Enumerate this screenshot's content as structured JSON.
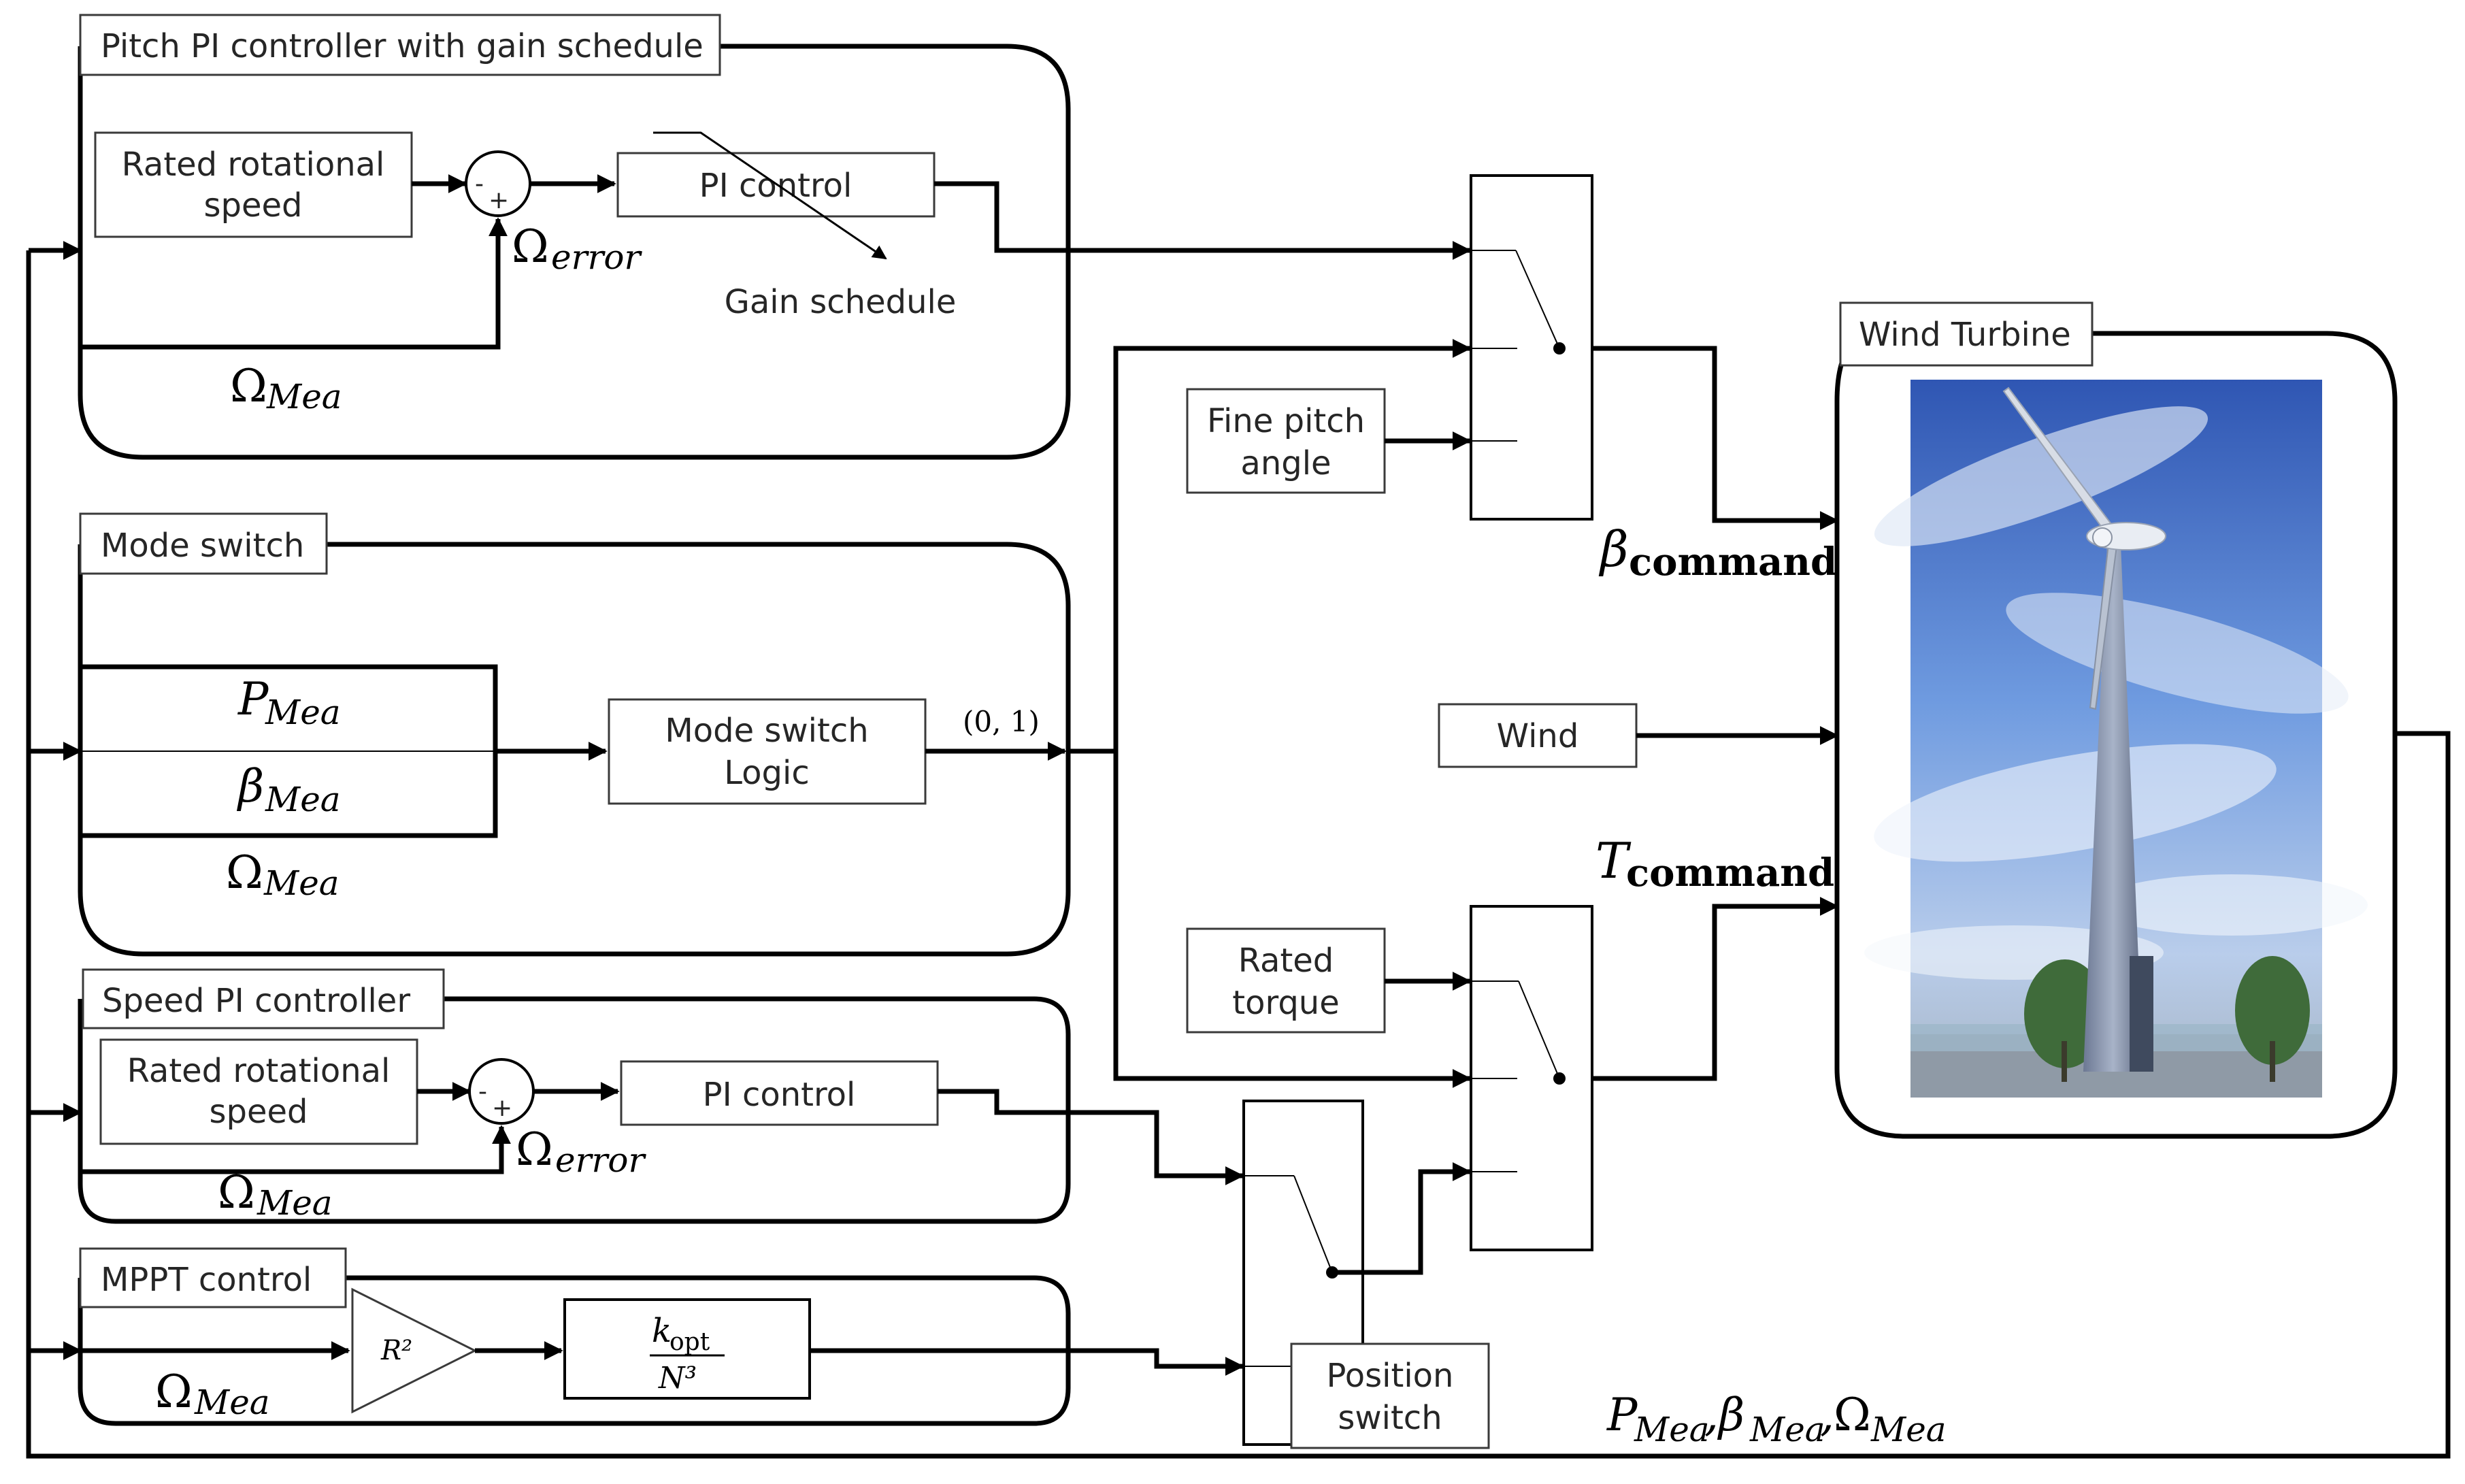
{
  "groups": {
    "pitch": "Pitch PI controller with gain schedule",
    "mode": "Mode switch",
    "speed": "Speed PI controller",
    "mppt": "MPPT control",
    "turbine": "Wind Turbine"
  },
  "blocks": {
    "rated_speed_a_1": "Rated rotational",
    "rated_speed_a_2": "speed",
    "pi_a": "PI control",
    "gain_schedule": "Gain schedule",
    "fine_pitch_1": "Fine pitch",
    "fine_pitch_2": "angle",
    "mode_logic_1": "Mode switch",
    "mode_logic_2": "Logic",
    "mode_out": "(0, 1)",
    "wind": "Wind",
    "rated_torque_1": "Rated",
    "rated_torque_2": "torque",
    "rated_speed_b_1": "Rated rotational",
    "rated_speed_b_2": "speed",
    "pi_b": "PI control",
    "position_switch_1": "Position",
    "position_switch_2": "switch",
    "gain_r2": "R²",
    "k_opt": "k",
    "k_opt_sub": "opt",
    "n3": "N³"
  },
  "signals": {
    "minus": "-",
    "plus": "+",
    "omega": "Ω",
    "error": "error",
    "mea": "Mea",
    "p": "P",
    "beta": "β",
    "t": "T",
    "command": "command",
    "feedback": "P_Mea, β_Mea, Ω_Mea"
  },
  "colors": {
    "sky_top": "#2f56b3",
    "sky_mid": "#6f9be0",
    "cloud": "#dfe8f6",
    "tower": "#8a96ad",
    "tree": "#3f6b3a"
  }
}
